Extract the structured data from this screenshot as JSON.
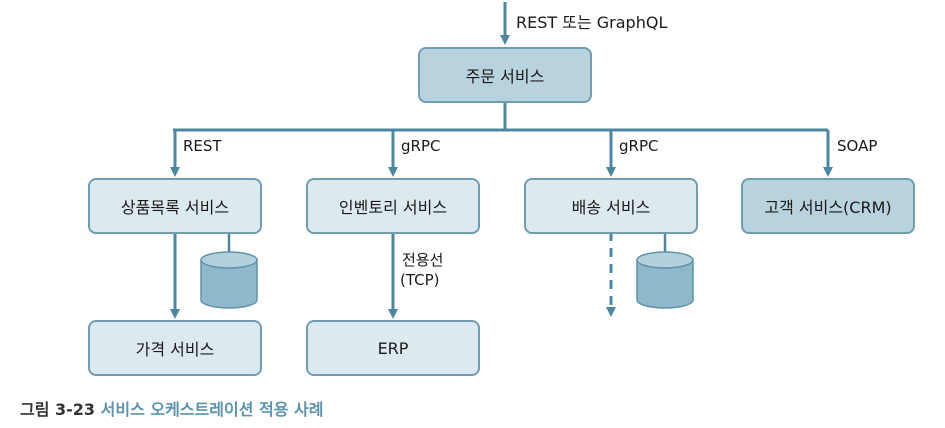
{
  "nodes": {
    "order": "주문 서비스",
    "catalog": "상품목록 서비스",
    "inventory": "인벤토리 서비스",
    "shipping": "배송 서비스",
    "customer": "고객 서비스(CRM)",
    "price": "가격 서비스",
    "erp": "ERP"
  },
  "labels": {
    "top": "REST 또는 GraphQL",
    "catalog": "REST",
    "inventory": "gRPC",
    "shipping": "gRPC",
    "customer": "SOAP",
    "erp_line1": "전용선",
    "erp_line2": "(TCP)"
  },
  "caption": {
    "number": "그림 3-23",
    "title": "서비스 오케스트레이션 적용 사례"
  },
  "colors": {
    "line": "#4c86a0",
    "node_dark": "#b9d3de",
    "node_light": "#dce9ef",
    "node_border": "#6f9eb1",
    "caption_title": "#5a95ad"
  }
}
